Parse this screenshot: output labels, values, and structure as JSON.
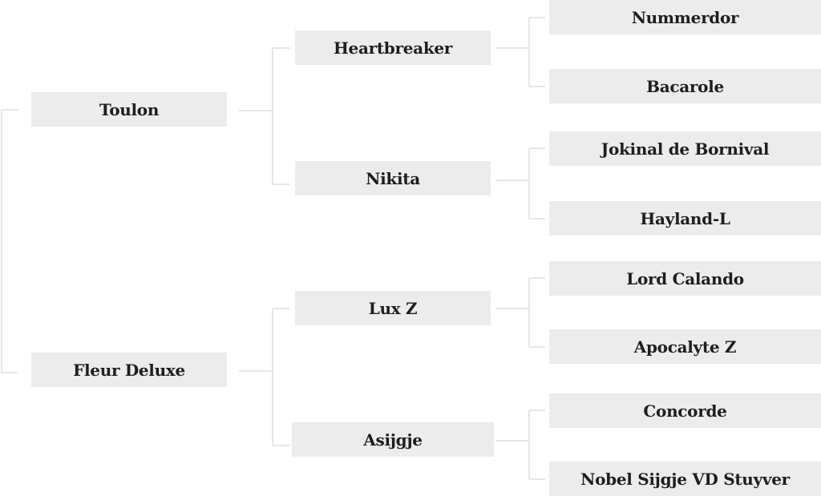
{
  "pedigree": {
    "sire": {
      "name": "Toulon",
      "sire": {
        "name": "Heartbreaker",
        "sire": {
          "name": "Nummerdor"
        },
        "dam": {
          "name": "Bacarole"
        }
      },
      "dam": {
        "name": "Nikita",
        "sire": {
          "name": "Jokinal de Bornival"
        },
        "dam": {
          "name": "Hayland-L"
        }
      }
    },
    "dam": {
      "name": "Fleur Deluxe",
      "sire": {
        "name": "Lux Z",
        "sire": {
          "name": "Lord Calando"
        },
        "dam": {
          "name": "Apocalyte Z"
        }
      },
      "dam": {
        "name": "Asijgje",
        "sire": {
          "name": "Concorde"
        },
        "dam": {
          "name": "Nobel Sijgje VD Stuyver"
        }
      }
    }
  },
  "colors": {
    "box_background": "#ececec",
    "connector_line": "#e6e6e6",
    "text": "#1e1e1e",
    "page_background": "#ffffff"
  }
}
